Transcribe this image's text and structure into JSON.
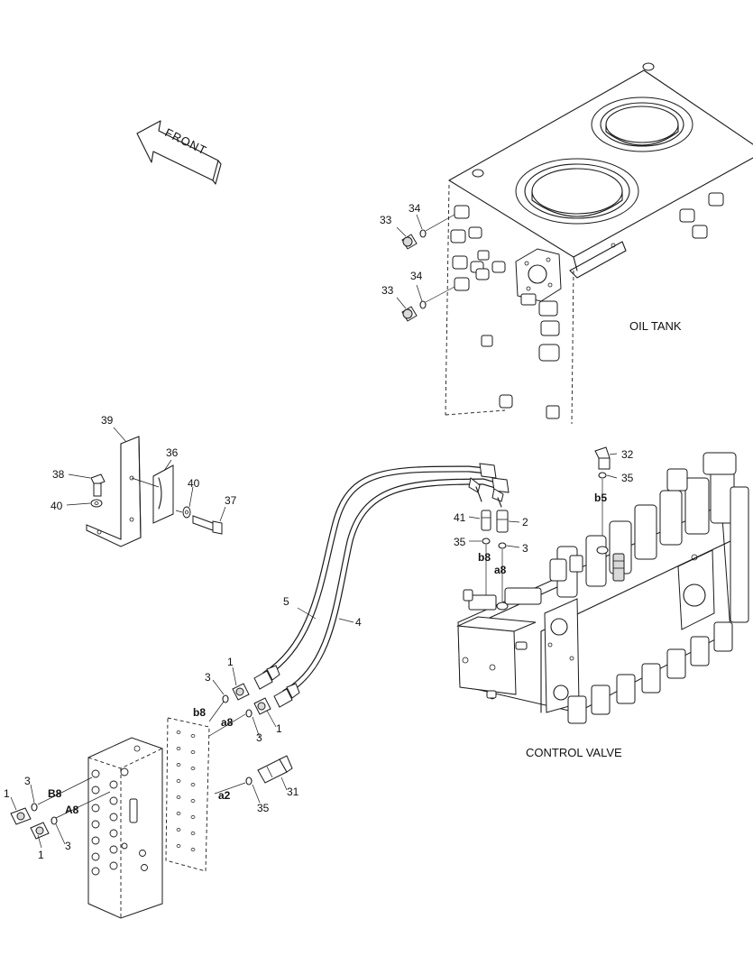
{
  "front_arrow": {
    "label": "FRONT"
  },
  "captions": {
    "oil_tank": "OIL TANK",
    "control_valve": "CONTROL VALVE"
  },
  "callouts": [
    {
      "id": "c-33a",
      "label": "33"
    },
    {
      "id": "c-34a",
      "label": "34"
    },
    {
      "id": "c-33b",
      "label": "33"
    },
    {
      "id": "c-34b",
      "label": "34"
    },
    {
      "id": "c-39",
      "label": "39"
    },
    {
      "id": "c-36",
      "label": "36"
    },
    {
      "id": "c-38",
      "label": "38"
    },
    {
      "id": "c-40a",
      "label": "40"
    },
    {
      "id": "c-40b",
      "label": "40"
    },
    {
      "id": "c-37",
      "label": "37"
    },
    {
      "id": "c-32",
      "label": "32"
    },
    {
      "id": "c-35a",
      "label": "35"
    },
    {
      "id": "c-41",
      "label": "41"
    },
    {
      "id": "c-2",
      "label": "2"
    },
    {
      "id": "c-35b",
      "label": "35"
    },
    {
      "id": "c-3a",
      "label": "3"
    },
    {
      "id": "c-5",
      "label": "5"
    },
    {
      "id": "c-4",
      "label": "4"
    },
    {
      "id": "c-1a",
      "label": "1"
    },
    {
      "id": "c-3b",
      "label": "3"
    },
    {
      "id": "c-1b",
      "label": "1"
    },
    {
      "id": "c-3c",
      "label": "3"
    },
    {
      "id": "c-31",
      "label": "31"
    },
    {
      "id": "c-35c",
      "label": "35"
    },
    {
      "id": "c-3d",
      "label": "3"
    },
    {
      "id": "c-1c",
      "label": "1"
    },
    {
      "id": "c-3e",
      "label": "3"
    },
    {
      "id": "c-1d",
      "label": "1"
    }
  ],
  "ports": [
    {
      "id": "p-b5",
      "label": "b5"
    },
    {
      "id": "p-b8-cv",
      "label": "b8"
    },
    {
      "id": "p-a8-cv",
      "label": "a8"
    },
    {
      "id": "p-b8-blk",
      "label": "b8"
    },
    {
      "id": "p-a8-blk",
      "label": "a8"
    },
    {
      "id": "p-a2",
      "label": "a2"
    },
    {
      "id": "p-B8",
      "label": "B8"
    },
    {
      "id": "p-A8",
      "label": "A8"
    }
  ]
}
